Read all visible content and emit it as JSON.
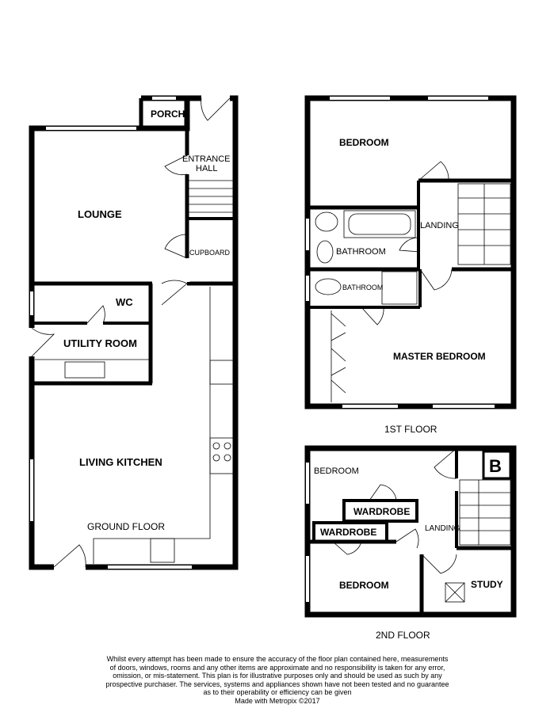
{
  "ground_floor": {
    "floor_label": "GROUND FLOOR",
    "rooms": {
      "porch": "PORCH",
      "entrance": "ENTRANCE",
      "hall": "HALL",
      "lounge": "LOUNGE",
      "cupboard": "CUPBOARD",
      "wc": "WC",
      "utility": "UTILITY ROOM",
      "kitchen": "LIVING KITCHEN"
    }
  },
  "first_floor": {
    "floor_label": "1ST FLOOR",
    "rooms": {
      "bedroom": "BEDROOM",
      "landing": "LANDING",
      "bathroom": "BATHROOM",
      "ensuite": "BATHROOM",
      "master": "MASTER BEDROOM"
    }
  },
  "second_floor": {
    "floor_label": "2ND FLOOR",
    "rooms": {
      "bedroom_top": "BEDROOM",
      "wardrobe_1": "WARDROBE",
      "wardrobe_2": "WARDROBE",
      "landing": "LANDING",
      "bedroom_bottom": "BEDROOM",
      "study": "STUDY",
      "boiler": "B"
    }
  },
  "disclaimer": [
    "Whilst every attempt has been made to ensure the accuracy of the floor plan contained here, measurements",
    "of doors, windows, rooms and any other items are approximate and no responsibility is taken for any error,",
    "omission, or mis-statement. This plan is for illustrative purposes only and should be used as such by any",
    "prospective purchaser. The services, systems and appliances shown have not been tested and no guarantee",
    "as to their operability or efficiency can be given",
    "Made with Metropix ©2017"
  ]
}
